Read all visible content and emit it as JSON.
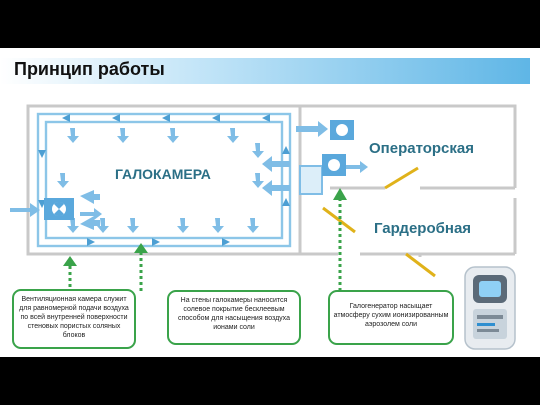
{
  "slide": {
    "title": "Принцип работы",
    "rooms": {
      "chamber": "ГАЛОКАМЕРА",
      "operator": "Операторская",
      "wardrobe": "Гардеробная"
    },
    "callouts": [
      {
        "text": "Вентиляционная камера служит для равномерной подачи воздуха по всей внутренней поверхности стеновых пористых соляных блоков"
      },
      {
        "text": "На стены галокамеры наносится солевое покрытие бесклеевым способом для насыщения воздуха ионами соли"
      },
      {
        "text": "Галогенератор насыщает атмосферу сухим ионизированным аэрозолем соли"
      }
    ]
  },
  "colors": {
    "accent_green": "#3aa34a",
    "flow_blue": "#8cc6e8",
    "wall_gray": "#c9c9c9",
    "label_teal": "#2b6f86",
    "door_yellow": "#e0b21a"
  }
}
